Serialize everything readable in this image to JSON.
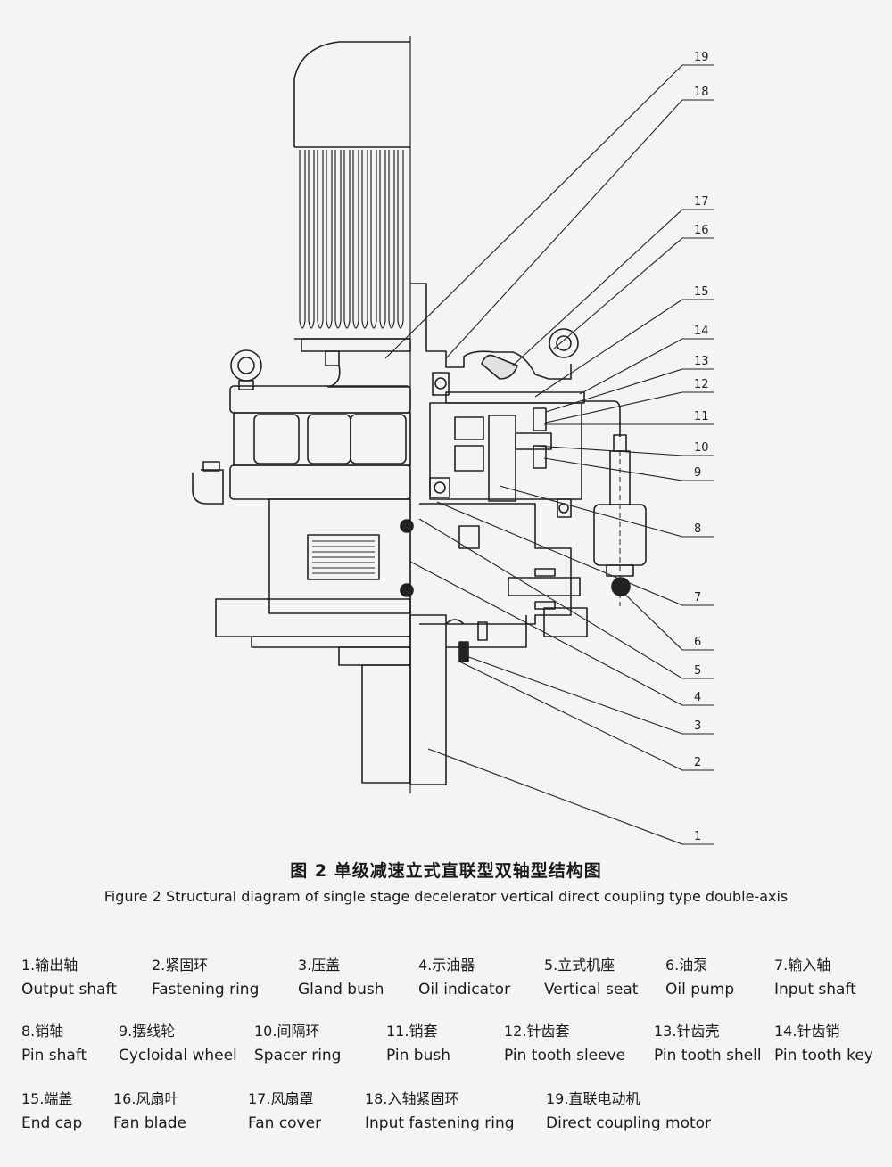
{
  "caption": {
    "cn": "图 2  单级减速立式直联型双轴型结构图",
    "en": "Figure 2 Structural diagram of single stage decelerator vertical direct coupling type double-axis"
  },
  "callouts": [
    "19",
    "18",
    "17",
    "16",
    "15",
    "14",
    "13",
    "12",
    "11",
    "10",
    "9",
    "8",
    "7",
    "6",
    "5",
    "4",
    "3",
    "2",
    "1"
  ],
  "legend": [
    {
      "cn": "1.输出轴",
      "en": "Output shaft"
    },
    {
      "cn": "2.紧固环",
      "en": "Fastening ring"
    },
    {
      "cn": "3.压盖",
      "en": "Gland bush"
    },
    {
      "cn": "4.示油器",
      "en": "Oil indicator"
    },
    {
      "cn": "5.立式机座",
      "en": "Vertical seat"
    },
    {
      "cn": "6.油泵",
      "en": "Oil pump"
    },
    {
      "cn": "7.输入轴",
      "en": "Input shaft"
    },
    {
      "cn": "8.销轴",
      "en": "Pin shaft"
    },
    {
      "cn": "9.摆线轮",
      "en": "Cycloidal wheel"
    },
    {
      "cn": "10.间隔环",
      "en": "Spacer ring"
    },
    {
      "cn": "11.销套",
      "en": "Pin bush"
    },
    {
      "cn": "12.针齿套",
      "en": "Pin tooth sleeve"
    },
    {
      "cn": "13.针齿壳",
      "en": "Pin tooth shell"
    },
    {
      "cn": "14.针齿销",
      "en": "Pin tooth key"
    },
    {
      "cn": "15.端盖",
      "en": "End cap"
    },
    {
      "cn": "16.风扇叶",
      "en": "Fan blade"
    },
    {
      "cn": "17.风扇罩",
      "en": "Fan cover"
    },
    {
      "cn": "18.入轴紧固环",
      "en": "Input fastening ring"
    },
    {
      "cn": "19.直联电动机",
      "en": "Direct coupling motor"
    }
  ]
}
